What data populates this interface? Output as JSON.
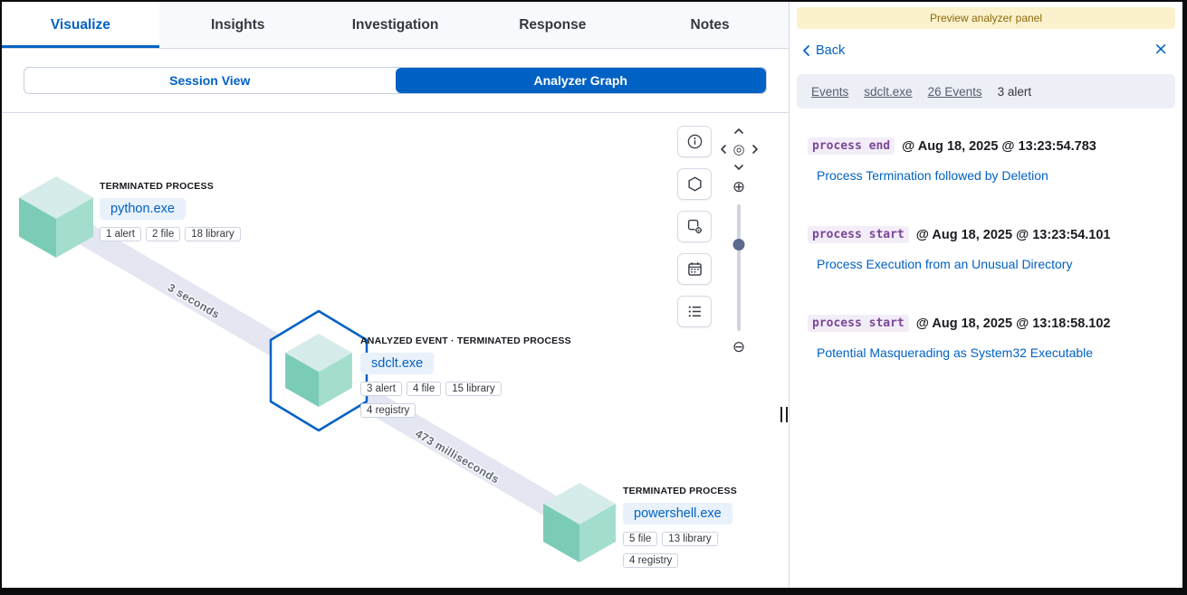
{
  "colors": {
    "primary": "#0061c4",
    "band": "#e4e6f2",
    "cube_top": "#d6ecea",
    "cube_left": "#7bccb7",
    "cube_right": "#a3ddcd",
    "banner_bg": "#fbf1cc",
    "banner_text": "#8e6a0c"
  },
  "tabs": {
    "items": [
      "Visualize",
      "Insights",
      "Investigation",
      "Response",
      "Notes"
    ],
    "active": "Visualize"
  },
  "toggle": {
    "options": [
      "Session View",
      "Analyzer Graph"
    ],
    "selected": "Analyzer Graph"
  },
  "graph": {
    "edges": [
      "3 seconds",
      "473 milliseconds"
    ],
    "nodes": [
      {
        "type": "TERMINATED PROCESS",
        "name": "python.exe",
        "badges": [
          "1 alert",
          "2 file",
          "18 library"
        ]
      },
      {
        "type": "ANALYZED EVENT · TERMINATED PROCESS",
        "name": "sdclt.exe",
        "badges": [
          "3 alert",
          "4 file",
          "15 library",
          "4 registry"
        ]
      },
      {
        "type": "TERMINATED PROCESS",
        "name": "powershell.exe",
        "badges": [
          "5 file",
          "13 library",
          "4 registry"
        ]
      }
    ]
  },
  "controls": {
    "zoom_in": "⊕",
    "zoom_out": "⊖",
    "center": "◎"
  },
  "panel": {
    "banner": "Preview analyzer panel",
    "back": "Back",
    "close": "×",
    "breadcrumbs": [
      "Events",
      "sdclt.exe",
      "26 Events",
      "3 alert"
    ],
    "alerts": [
      {
        "kind": "process end",
        "time": "@ Aug 18, 2025 @ 13:23:54.783",
        "rule": "Process Termination followed by Deletion"
      },
      {
        "kind": "process start",
        "time": "@ Aug 18, 2025 @ 13:23:54.101",
        "rule": "Process Execution from an Unusual Directory"
      },
      {
        "kind": "process start",
        "time": "@ Aug 18, 2025 @ 13:18:58.102",
        "rule": "Potential Masquerading as System32 Executable"
      }
    ]
  }
}
